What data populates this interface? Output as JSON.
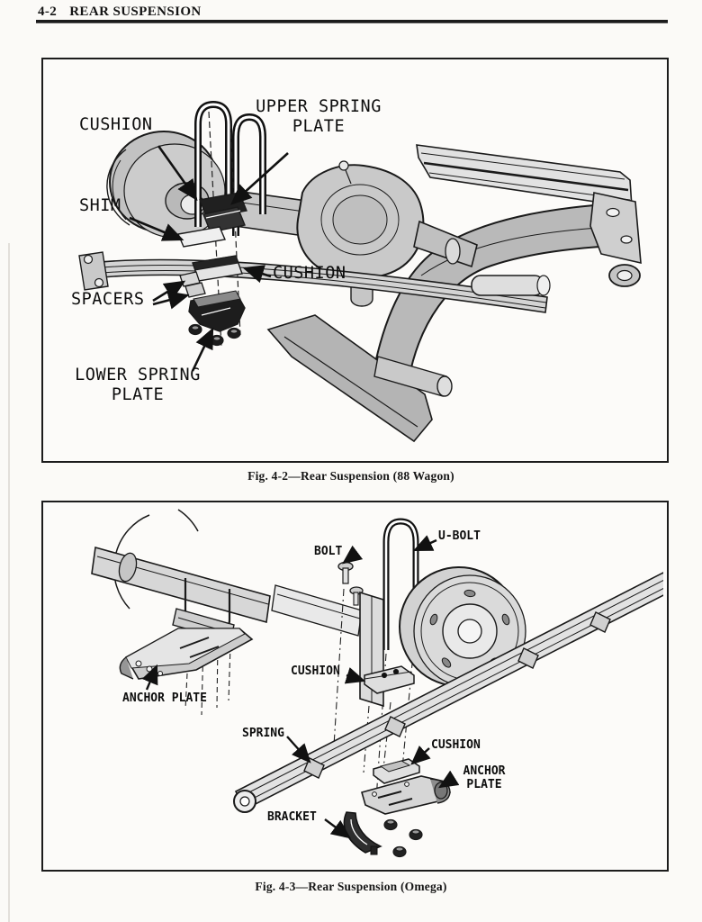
{
  "header": {
    "section_number": "4-2",
    "title": "REAR SUSPENSION"
  },
  "figure1": {
    "caption": "Fig. 4-2—Rear Suspension (88 Wagon)",
    "labels": {
      "cushion_upper": "CUSHION",
      "upper_spring_plate_line1": "UPPER SPRING",
      "upper_spring_plate_line2": "PLATE",
      "shim": "SHIM",
      "cushion_lower": "CUSHION",
      "spacers": "SPACERS",
      "lower_spring_plate_line1": "LOWER SPRING",
      "lower_spring_plate_line2": "PLATE"
    }
  },
  "figure2": {
    "caption": "Fig. 4-3—Rear Suspension (Omega)",
    "labels": {
      "bolt": "BOLT",
      "u_bolt": "U-BOLT",
      "anchor_plate_left": "ANCHOR PLATE",
      "cushion_upper": "CUSHION",
      "spring": "SPRING",
      "cushion_lower": "CUSHION",
      "anchor_plate_right_line1": "ANCHOR",
      "anchor_plate_right_line2": "PLATE",
      "bracket": "BRACKET"
    }
  },
  "colors": {
    "ink": "#1a1a1a",
    "paper": "#fbfaf7",
    "shade_light": "#d6d6d6",
    "shade_mid": "#bdbdbd"
  }
}
